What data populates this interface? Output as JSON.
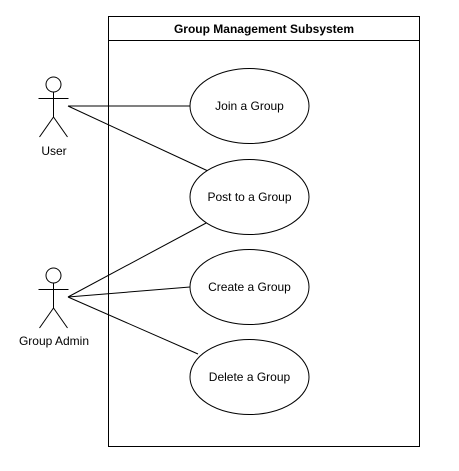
{
  "system": {
    "title": "Group Management Subsystem"
  },
  "actors": {
    "user": {
      "label": "User"
    },
    "admin": {
      "label": "Group Admin"
    }
  },
  "use_cases": {
    "join": {
      "label": "Join a Group"
    },
    "post": {
      "label": "Post to a Group"
    },
    "create": {
      "label": "Create a Group"
    },
    "delete": {
      "label": "Delete a Group"
    }
  },
  "associations": [
    {
      "actor": "User",
      "use_case": "Join a Group"
    },
    {
      "actor": "User",
      "use_case": "Post to a Group"
    },
    {
      "actor": "Group Admin",
      "use_case": "Post to a Group"
    },
    {
      "actor": "Group Admin",
      "use_case": "Create a Group"
    },
    {
      "actor": "Group Admin",
      "use_case": "Delete a Group"
    }
  ]
}
